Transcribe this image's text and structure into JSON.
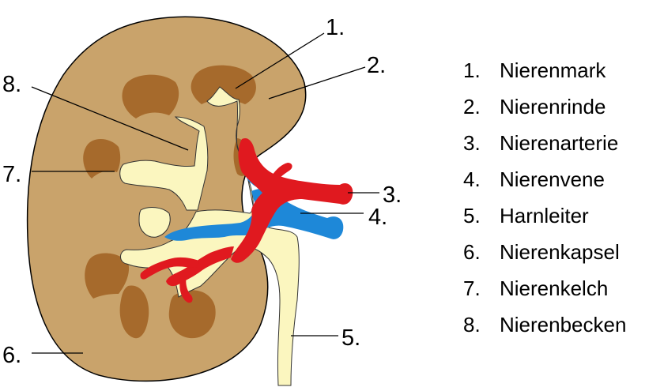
{
  "colors": {
    "cortex": "#c9a36b",
    "capsule_outline": "#000000",
    "medulla": "#a66a2c",
    "pelvis": "#fbf6bf",
    "artery": "#e0191f",
    "vein": "#1e88d8"
  },
  "callouts": [
    "1.",
    "2.",
    "3.",
    "4.",
    "5.",
    "6.",
    "7.",
    "8."
  ],
  "legend": [
    {
      "num": "1.",
      "label": "Nierenmark"
    },
    {
      "num": "2.",
      "label": "Nierenrinde"
    },
    {
      "num": "3.",
      "label": "Nierenarterie"
    },
    {
      "num": "4.",
      "label": "Nierenvene"
    },
    {
      "num": "5.",
      "label": "Harnleiter"
    },
    {
      "num": "6.",
      "label": "Nierenkapsel"
    },
    {
      "num": "7.",
      "label": "Nierenkelch"
    },
    {
      "num": "8.",
      "label": "Nierenbecken"
    }
  ]
}
